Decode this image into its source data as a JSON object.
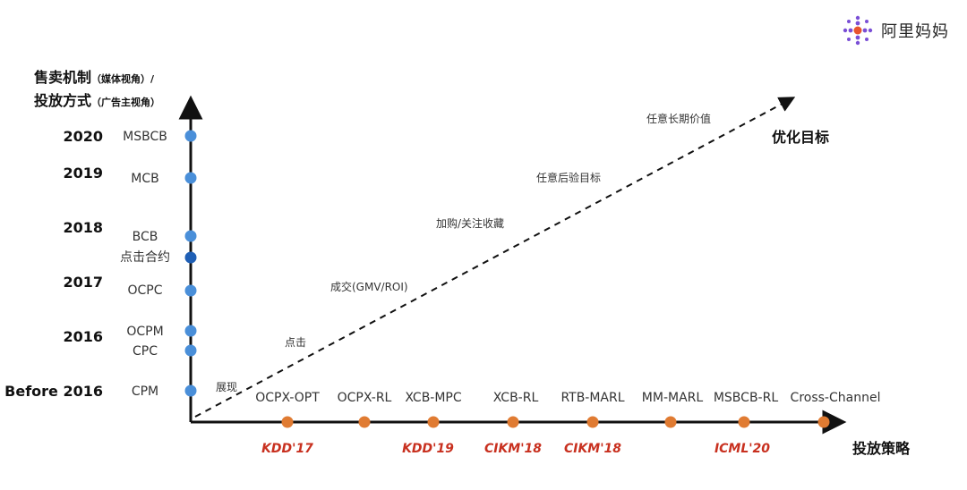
{
  "brand": {
    "name": "阿里妈妈"
  },
  "title": {
    "line1": "售卖机制",
    "line1_note": "（媒体视角）/",
    "line2": "投放方式",
    "line2_note": "（广告主视角）"
  },
  "x_axis_label": "投放策略",
  "goal_label": "优化目标",
  "years": [
    "2020",
    "2019",
    "2018",
    "2017",
    "2016",
    "Before 2016"
  ],
  "mechanisms": [
    {
      "label": "MSBCB",
      "highlight": false
    },
    {
      "label": "MCB",
      "highlight": false
    },
    {
      "label": "BCB",
      "highlight": false
    },
    {
      "label": "点击合约",
      "highlight": true
    },
    {
      "label": "OCPC",
      "highlight": false
    },
    {
      "label": "OCPM",
      "highlight": false
    },
    {
      "label": "CPC",
      "highlight": false
    },
    {
      "label": "CPM",
      "highlight": false
    }
  ],
  "strategies": [
    {
      "label": "OCPX-OPT",
      "venue": "KDD'17"
    },
    {
      "label": "OCPX-RL",
      "venue": ""
    },
    {
      "label": "XCB-MPC",
      "venue": "KDD'19"
    },
    {
      "label": "XCB-RL",
      "venue": "CIKM'18"
    },
    {
      "label": "RTB-MARL",
      "venue": "CIKM'18"
    },
    {
      "label": "MM-MARL",
      "venue": ""
    },
    {
      "label": "MSBCB-RL",
      "venue": "ICML'20"
    },
    {
      "label": "Cross-Channel",
      "venue": ""
    }
  ],
  "objectives": [
    "展现",
    "点击",
    "成交(GMV/ROI)",
    "加购/关注收藏",
    "任意后验目标",
    "任意长期价值"
  ],
  "colors": {
    "axis": "#111111",
    "blue_dot": "#4a8fd9",
    "blue_dot_dark": "#1f5fb5",
    "orange_dot": "#e07b32",
    "venue": "#c8301f",
    "text": "#333333",
    "logo_dot": "#7a4fd6",
    "logo_core": "#e8542e"
  }
}
